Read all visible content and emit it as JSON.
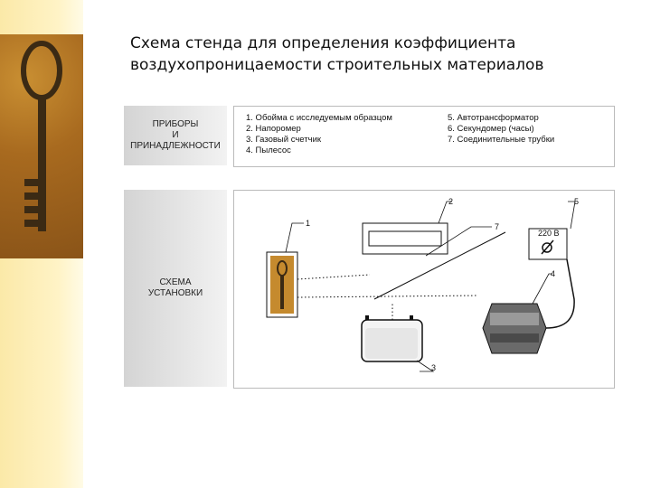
{
  "title_line1": "Схема стенда для определения коэффициента",
  "title_line2": "воздухопроницаемости строительных материалов",
  "section_instruments": {
    "line1": "ПРИБОРЫ",
    "line2": "И",
    "line3": "ПРИНАДЛЕЖНОСТИ"
  },
  "section_setup": {
    "line1": "СХЕМА",
    "line2": "УСТАНОВКИ"
  },
  "legend": [
    "1. Обойма с исследуемым образцом",
    "2. Напоромер",
    "3. Газовый счетчик",
    "4. Пылесос",
    "5. Автотрансформатор",
    "6. Секундомер (часы)",
    "7. Соединительные трубки"
  ],
  "diagram_labels": {
    "n1": "1",
    "n2": "2",
    "n3": "3",
    "n4": "4",
    "n5": "5",
    "n7": "7",
    "voltage": "220 В"
  },
  "colors": {
    "strip": "#fbe9a8",
    "photo": "#a86a1f",
    "panel": "#d4d4d4"
  }
}
